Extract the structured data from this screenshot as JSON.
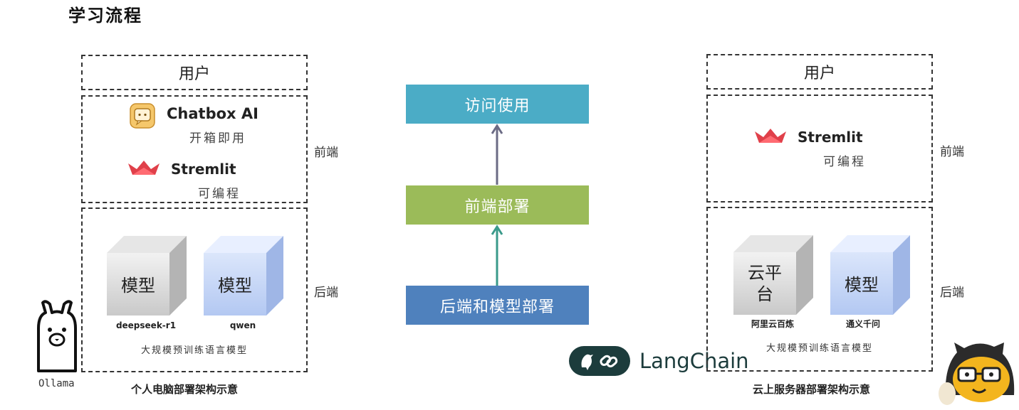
{
  "title": "学习流程",
  "left": {
    "user_label": "用户",
    "frontend": {
      "chatbox_name": "Chatbox AI",
      "chatbox_sub": "开箱即用",
      "streamlit_name": "Stremlit",
      "streamlit_sub": "可编程"
    },
    "frontend_label": "前端",
    "backend_label": "后端",
    "cubes": [
      {
        "text": "模型",
        "caption": "deepseek-r1"
      },
      {
        "text": "模型",
        "caption": "qwen"
      }
    ],
    "backend_caption": "大规模预训练语言模型",
    "bottom_caption": "个人电脑部署架构示意",
    "ollama_label": "Ollama"
  },
  "center": {
    "steps": [
      {
        "label": "访问使用",
        "color": "#4BACC6"
      },
      {
        "label": "前端部署",
        "color": "#9BBB59"
      },
      {
        "label": "后端和模型部署",
        "color": "#4F81BD"
      }
    ],
    "langchain_label": "LangChain"
  },
  "right": {
    "user_label": "用户",
    "frontend": {
      "streamlit_name": "Stremlit",
      "streamlit_sub": "可编程"
    },
    "frontend_label": "前端",
    "backend_label": "后端",
    "cubes": [
      {
        "text": "云平台",
        "caption": "阿里云百炼"
      },
      {
        "text": "模型",
        "caption": "通义千问"
      }
    ],
    "backend_caption": "大规模预训练语言模型",
    "bottom_caption": "云上服务器部署架构示意"
  }
}
